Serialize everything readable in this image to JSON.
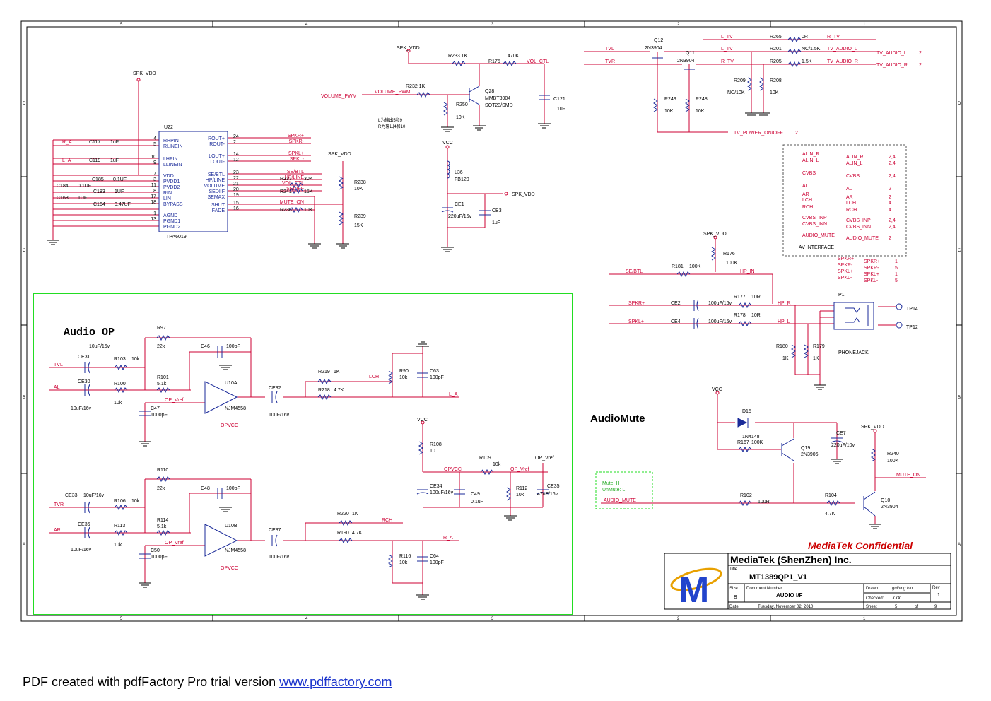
{
  "colors": {
    "wire": "#cc0033",
    "part": "#1a2a99",
    "label": "#000000",
    "highlight": "#22dd22",
    "title_red": "#cc0000"
  },
  "border": {
    "cols_top": [
      "5",
      "4",
      "3",
      "2",
      "1"
    ],
    "rows_left": [
      "D",
      "C",
      "B",
      "A"
    ]
  },
  "sections": {
    "audio_op": "Audio OP",
    "audio_mute": "AudioMute",
    "av_interface": "AV INTERFACE",
    "phonejack": "PHONEJACK"
  },
  "u22": {
    "ref": "U22",
    "part": "TPA6019",
    "left_pins": [
      {
        "num": "4",
        "name": "RHPIN",
        "net": ""
      },
      {
        "num": "5",
        "name": "RLINEIN",
        "net": "R_A"
      },
      {
        "num": "10",
        "name": "LHPIN",
        "net": ""
      },
      {
        "num": "9",
        "name": "LLINEIN",
        "net": "L_A"
      },
      {
        "num": "7",
        "name": "VDD",
        "net": ""
      },
      {
        "num": "3",
        "name": "PVDD1",
        "net": ""
      },
      {
        "num": "11",
        "name": "PVDD2",
        "net": ""
      },
      {
        "num": "8",
        "name": "RIN",
        "net": ""
      },
      {
        "num": "17",
        "name": "LIN",
        "net": ""
      },
      {
        "num": "18",
        "name": "BYPASS",
        "net": ""
      },
      {
        "num": "1",
        "name": "AGND",
        "net": ""
      },
      {
        "num": "13",
        "name": "PGND1",
        "net": ""
      },
      {
        "num": "",
        "name": "PGND2",
        "net": ""
      }
    ],
    "right_pins": [
      {
        "num": "24",
        "name": "ROUT+",
        "net": "SPKR+"
      },
      {
        "num": "2",
        "name": "ROUT-",
        "net": "SPKR-"
      },
      {
        "num": "14",
        "name": "LOUT+",
        "net": "SPKL+"
      },
      {
        "num": "12",
        "name": "LOUT-",
        "net": "SPKL-"
      },
      {
        "num": "23",
        "name": "SE/BTL",
        "net": "SE/BTL"
      },
      {
        "num": "22",
        "name": "HP/LINE",
        "net": "HP/LINE"
      },
      {
        "num": "21",
        "name": "VOLUME",
        "net": "VOL_CTL"
      },
      {
        "num": "20",
        "name": "SEDIIF",
        "net": "SEDIFF"
      },
      {
        "num": "19",
        "name": "SEMAX",
        "net": ""
      },
      {
        "num": "15",
        "name": "SHUT",
        "net": "MUTE_ON"
      },
      {
        "num": "16",
        "name": "FADE",
        "net": ""
      }
    ]
  },
  "caps_left": [
    {
      "ref": "C117",
      "val": "1uF"
    },
    {
      "ref": "C119",
      "val": "1uF"
    },
    {
      "ref": "C185",
      "val": "0.1UF"
    },
    {
      "ref": "C184",
      "val": "0.1UF"
    },
    {
      "ref": "C183",
      "val": "1UF"
    },
    {
      "ref": "C163",
      "val": "1UF"
    },
    {
      "ref": "C164",
      "val": "0.47UF"
    }
  ],
  "u22_right_parts": [
    {
      "ref": "R237",
      "val": "30K"
    },
    {
      "ref": "R241",
      "val": "15K"
    },
    {
      "ref": "R236",
      "val": "10K"
    },
    {
      "ref": "R238",
      "val": "10K"
    },
    {
      "ref": "R239",
      "val": "15K"
    }
  ],
  "nets": {
    "spk_vdd": "SPK_VDD",
    "vcc": "VCC",
    "volume_pwm": "VOLUME_PWM",
    "vol_ctl": "VOL_CTL",
    "op_vref": "OP_Vref",
    "opvcc": "OPVCC",
    "tvl": "TVL",
    "tvr": "TVR",
    "al": "AL",
    "ar": "AR",
    "lch": "LCH",
    "rch": "RCH",
    "l_a": "L_A",
    "r_a": "R_A",
    "audio_mute": "AUDIO_MUTE",
    "mute_on": "MUTE_ON",
    "se_btl": "SE/BTL",
    "hp_in": "HP_IN",
    "hp_r": "HP_R",
    "hp_l": "HP_L",
    "spkr_p": "SPKR+",
    "spkl_p": "SPKL+",
    "l_tv": "L_TV",
    "r_tv": "R_TV",
    "tv_audio_l": "TV_AUDIO_L",
    "tv_audio_r": "TV_AUDIO_R",
    "tv_power": "TV_POWER_ON/OFF"
  },
  "vol_block": {
    "q": "Q28",
    "q_part": "MMBT3904",
    "q_pkg": "SOT23/SMD",
    "r232": "R232  1K",
    "r233": "R233   1K",
    "r175": "R175",
    "r175_val": "470K",
    "r250": "R250",
    "r250_val": "10K",
    "c121": "C121",
    "c121_val": "1uF",
    "note1": "L为输出5和9",
    "note2": "R为输出4和10",
    "l36": "L36",
    "l36_val": "FB120",
    "ce1": "CE1",
    "ce1_val": "220uF/16v",
    "cb3": "CB3",
    "cb3_val": "1uF"
  },
  "tv_block": {
    "q12": "Q12",
    "q12p": "2N3904",
    "q11": "Q11",
    "q11p": "2N3904",
    "r249": "R249",
    "r249v": "10K",
    "r248": "R248",
    "r248v": "10K",
    "r209": "R209",
    "r209v": "NC/10K",
    "r208": "R208",
    "r208v": "10K",
    "r265": "R265",
    "r265v": "0R",
    "r201": "R201",
    "r201v": "NC/1.5K",
    "r205": "R205",
    "r205v": "1.5K",
    "sheet": "2"
  },
  "av_if": [
    {
      "net": "ALIN_R",
      "sheet": "2,4"
    },
    {
      "net": "ALIN_L",
      "sheet": "2,4"
    },
    {
      "net": "CVBS",
      "sheet": "2,4"
    },
    {
      "net": "AL",
      "sheet": "2"
    },
    {
      "net": "AR",
      "sheet": "2"
    },
    {
      "net": "LCH",
      "sheet": "4"
    },
    {
      "net": "RCH",
      "sheet": "4"
    },
    {
      "net": "CVBS_INP",
      "sheet": "2,4"
    },
    {
      "net": "CVBS_INN",
      "sheet": "2,4"
    },
    {
      "net": "AUDIO_MUTE",
      "sheet": "2"
    }
  ],
  "spk_ports": [
    {
      "net": "SPKR+",
      "sheet": "1"
    },
    {
      "net": "SPKR-",
      "sheet": "5"
    },
    {
      "net": "SPKL+",
      "sheet": "1"
    },
    {
      "net": "SPKL-",
      "sheet": "5"
    }
  ],
  "hp_block": {
    "r181": "R181",
    "r181v": "100K",
    "r176": "R176",
    "r176v": "100K",
    "ce2": "CE2",
    "ce4": "CE4",
    "ce_val": "100uF/16v",
    "r177": "R177",
    "r178": "R178",
    "r10r": "10R",
    "r180": "R180",
    "r179": "R179",
    "r1k": "1K",
    "p1": "P1",
    "tp14": "TP14",
    "tp12": "TP12"
  },
  "op": {
    "ce31": "CE31",
    "ce30": "CE30",
    "ce33": "CE33",
    "ce36": "CE36",
    "ce_val": "10uF/16v",
    "r103": "R103",
    "r100": "R100",
    "r106": "R106",
    "r113": "R113",
    "v10k": "10k",
    "v22k": "22k",
    "v51k": "5.1k",
    "r97": "R97",
    "r101": "R101",
    "r110": "R110",
    "r114": "R114",
    "c46": "C46",
    "c48": "C48",
    "c100p": "100pF",
    "c47": "C47",
    "c50": "C50",
    "c1000p": "1000pF",
    "u10a": "U10A",
    "u10b": "U10B",
    "njm": "NJM4558",
    "ce32": "CE32",
    "ce37": "CE37",
    "r219": "R219",
    "r218": "R218",
    "r220": "R220",
    "r190": "R190",
    "v1k": "1K",
    "v47k": "4.7K",
    "r90": "R90",
    "c63": "C63",
    "r116": "R116",
    "c64": "C64",
    "r108": "R108",
    "r108v": "10",
    "r109": "R109",
    "r109v": "10k",
    "ce34": "CE34",
    "ce34v": "100uF/16v",
    "c49": "C49",
    "c49v": "0.1uF",
    "r112": "R112",
    "r112v": "10k",
    "ce35": "CE35",
    "ce35v": "47uF/16v"
  },
  "mute": {
    "d15": "D15",
    "d15p": "1N4148",
    "r167": "R167",
    "r167v": "100K",
    "ce7": "CE7",
    "ce7v": "220uF/10v",
    "q19": "Q19",
    "q19p": "2N3906",
    "r102": "R102",
    "r102v": "100R",
    "r104": "R104",
    "r104v": "4.7K",
    "q10": "Q10",
    "q10p": "2N3904",
    "r240": "R240",
    "r240v": "100K",
    "legend_mute": "Mute:  H",
    "legend_unmute": "UnMute: L"
  },
  "title_block": {
    "confidential": "MediaTek Confidential",
    "company": "MediaTek (ShenZhen) Inc.",
    "title_label": "Title",
    "title": "MT1389QP1_V1",
    "size_label": "Size",
    "size": "B",
    "docnum_label": "Document Number",
    "docnum": "AUDIO I/F",
    "rev_label": "Rev",
    "rev": "1",
    "drawn_label": "Drawn:",
    "drawn": "guibing.luo",
    "checked_label": "Checked:",
    "checked": "XXX",
    "date_label": "Date:",
    "date": "Tuesday, November 02, 2010",
    "sheet_label": "Sheet",
    "sheet": "5",
    "of_label": "of",
    "of": "9"
  },
  "footer": {
    "text": "PDF created with pdfFactory Pro trial version ",
    "link": "www.pdffactory.com"
  }
}
